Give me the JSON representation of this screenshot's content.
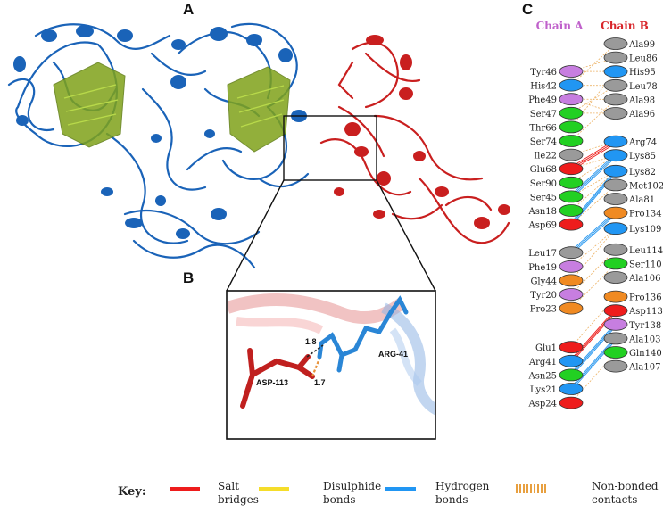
{
  "panels": {
    "a": "A",
    "b": "B",
    "c": "C"
  },
  "chain_headers": {
    "a": "Chain A",
    "b": "Chain B"
  },
  "chain_colors": {
    "a": "#c061cb",
    "b": "#d8262b"
  },
  "panel_b": {
    "residue_left": "ASP-113",
    "residue_right": "ARG-41",
    "distance_top": "1.8",
    "distance_bottom": "1.7"
  },
  "chain_a": [
    {
      "label": "Tyr46",
      "color": "#c77ee0"
    },
    {
      "label": "His42",
      "color": "#2196f3"
    },
    {
      "label": "Phe49",
      "color": "#c77ee0"
    },
    {
      "label": "Ser47",
      "color": "#22d022"
    },
    {
      "label": "Thr66",
      "color": "#22d022"
    },
    {
      "label": "Ser74",
      "color": "#22d022"
    },
    {
      "label": "Ile22",
      "color": "#9a9a9a"
    },
    {
      "label": "Glu68",
      "color": "#ee1c1c"
    },
    {
      "label": "Ser90",
      "color": "#22d022"
    },
    {
      "label": "Ser45",
      "color": "#22d022"
    },
    {
      "label": "Asn18",
      "color": "#22d022"
    },
    {
      "label": "Asp69",
      "color": "#ee1c1c"
    },
    {
      "label": "Leu17",
      "color": "#9a9a9a"
    },
    {
      "label": "Phe19",
      "color": "#c77ee0"
    },
    {
      "label": "Gly44",
      "color": "#f08a22"
    },
    {
      "label": "Tyr20",
      "color": "#c77ee0"
    },
    {
      "label": "Pro23",
      "color": "#f08a22"
    },
    {
      "label": "Glu1",
      "color": "#ee1c1c"
    },
    {
      "label": "Arg41",
      "color": "#2196f3"
    },
    {
      "label": "Asn25",
      "color": "#22d022"
    },
    {
      "label": "Lys21",
      "color": "#2196f3"
    },
    {
      "label": "Asp24",
      "color": "#ee1c1c"
    }
  ],
  "chain_b": [
    {
      "label": "Ala99",
      "color": "#9a9a9a"
    },
    {
      "label": "Leu86",
      "color": "#9a9a9a"
    },
    {
      "label": "His95",
      "color": "#2196f3"
    },
    {
      "label": "Leu78",
      "color": "#9a9a9a"
    },
    {
      "label": "Ala98",
      "color": "#9a9a9a"
    },
    {
      "label": "Ala96",
      "color": "#9a9a9a"
    },
    {
      "label": "Arg74",
      "color": "#2196f3"
    },
    {
      "label": "Lys85",
      "color": "#2196f3"
    },
    {
      "label": "Lys82",
      "color": "#2196f3"
    },
    {
      "label": "Met102",
      "color": "#9a9a9a"
    },
    {
      "label": "Ala81",
      "color": "#9a9a9a"
    },
    {
      "label": "Pro134",
      "color": "#f08a22"
    },
    {
      "label": "Lys109",
      "color": "#2196f3"
    },
    {
      "label": "Leu114",
      "color": "#9a9a9a"
    },
    {
      "label": "Ser110",
      "color": "#22d022"
    },
    {
      "label": "Ala106",
      "color": "#9a9a9a"
    },
    {
      "label": "Pro136",
      "color": "#f08a22"
    },
    {
      "label": "Asp113",
      "color": "#ee1c1c"
    },
    {
      "label": "Tyr138",
      "color": "#c77ee0"
    },
    {
      "label": "Ala103",
      "color": "#9a9a9a"
    },
    {
      "label": "Gln140",
      "color": "#22d022"
    },
    {
      "label": "Ala107",
      "color": "#9a9a9a"
    }
  ],
  "key": {
    "title": "Key:",
    "salt_bridges": "Salt bridges",
    "disulphide": "Disulphide bonds",
    "hydrogen": "Hydrogen bonds",
    "nonbonded": "Non-bonded contacts",
    "colors": {
      "salt": "#ee1c1c",
      "disulphide": "#f5dd2a",
      "hydrogen": "#2196f3",
      "nonbonded": "#e8a040"
    }
  }
}
